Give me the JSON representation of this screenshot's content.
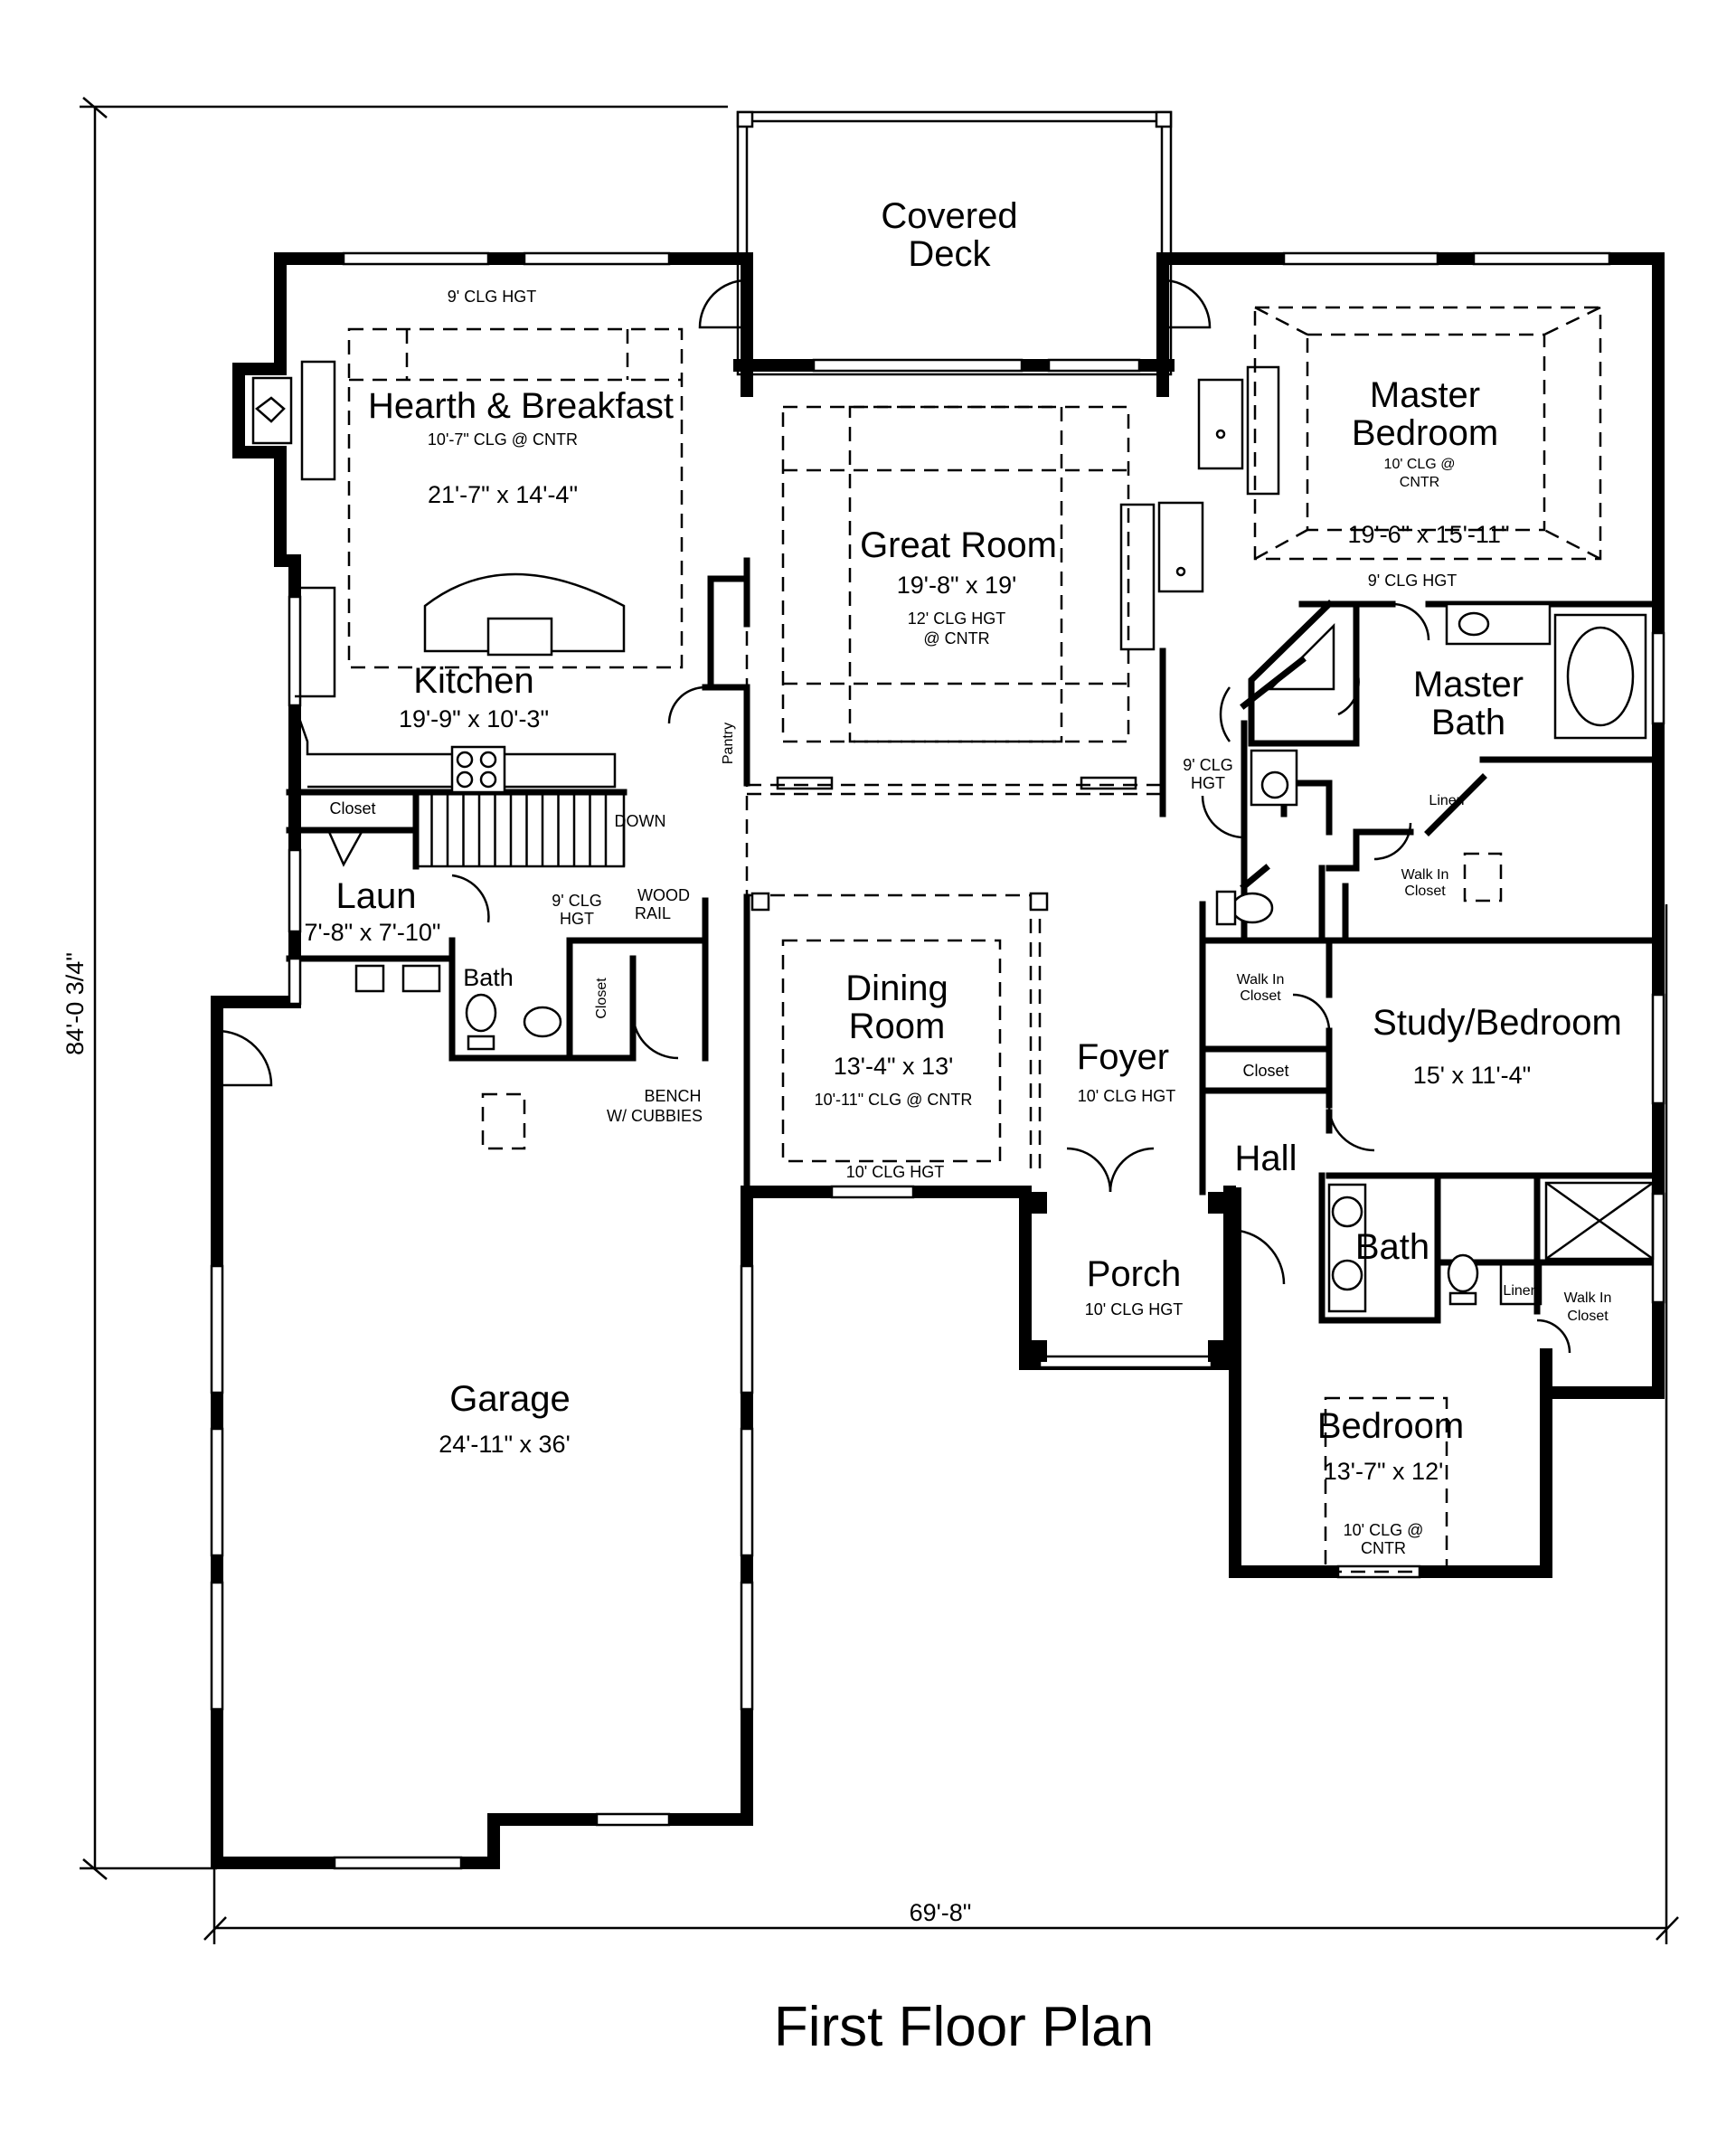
{
  "title": "First Floor Plan",
  "overall_dimensions": {
    "width": "69'-8\"",
    "depth": "84'-0 3/4\""
  },
  "rooms": {
    "covered_deck": {
      "line1": "Covered",
      "line2": "Deck"
    },
    "hearth": {
      "name": "Hearth & Breakfast",
      "clg": "10'-7\" CLG @ CNTR",
      "size": "21'-7\" x 14'-4\"",
      "clg_top": "9' CLG HGT"
    },
    "kitchen": {
      "name": "Kitchen",
      "size": "19'-9\" x 10'-3\""
    },
    "pantry": {
      "name": "Pantry"
    },
    "great_room": {
      "name": "Great Room",
      "size": "19'-8\" x 19'",
      "clg1": "12' CLG HGT",
      "clg2": "@ CNTR"
    },
    "master_bedroom": {
      "line1": "Master",
      "line2": "Bedroom",
      "clg1": "10' CLG @",
      "clg2": "CNTR",
      "size": "19'-6\" x 15'-11\"",
      "clg_bottom": "9' CLG HGT"
    },
    "master_bath": {
      "line1": "Master",
      "line2": "Bath"
    },
    "hall_clg": {
      "line1": "9' CLG",
      "line2": "HGT"
    },
    "linen_master": "Linen",
    "walk_in_master": {
      "line1": "Walk In",
      "line2": "Closet"
    },
    "closet_laun": "Closet",
    "stair": {
      "down": "DOWN",
      "rail1": "WOOD",
      "rail2": "RAIL"
    },
    "laun": {
      "name": "Laun",
      "size": "7'-8\" x 7'-10\""
    },
    "mud_clg": {
      "line1": "9' CLG",
      "line2": "HGT"
    },
    "half_bath": "Bath",
    "closet_mud": "Closet",
    "bench": {
      "line1": "BENCH",
      "line2": "W/ CUBBIES"
    },
    "dining": {
      "line1": "Dining",
      "line2": "Room",
      "size": "13'-4\" x 13'",
      "clg": "10'-11\" CLG @ CNTR",
      "clg_bottom": "10' CLG HGT"
    },
    "foyer": {
      "name": "Foyer",
      "clg": "10' CLG HGT"
    },
    "walk_in_study": {
      "line1": "Walk In",
      "line2": "Closet"
    },
    "closet_hall": "Closet",
    "study": {
      "name": "Study/Bedroom",
      "size": "15' x 11'-4\""
    },
    "hall": {
      "name": "Hall"
    },
    "porch": {
      "name": "Porch",
      "clg": "10' CLG HGT"
    },
    "bath2": {
      "name": "Bath"
    },
    "linen2": "Linen",
    "walk_in_bed": {
      "line1": "Walk In",
      "line2": "Closet"
    },
    "bedroom": {
      "name": "Bedroom",
      "size": "13'-7\" x 12'",
      "clg1": "10' CLG @",
      "clg2": "CNTR"
    },
    "garage": {
      "name": "Garage",
      "size": "24'-11\" x 36'"
    }
  }
}
